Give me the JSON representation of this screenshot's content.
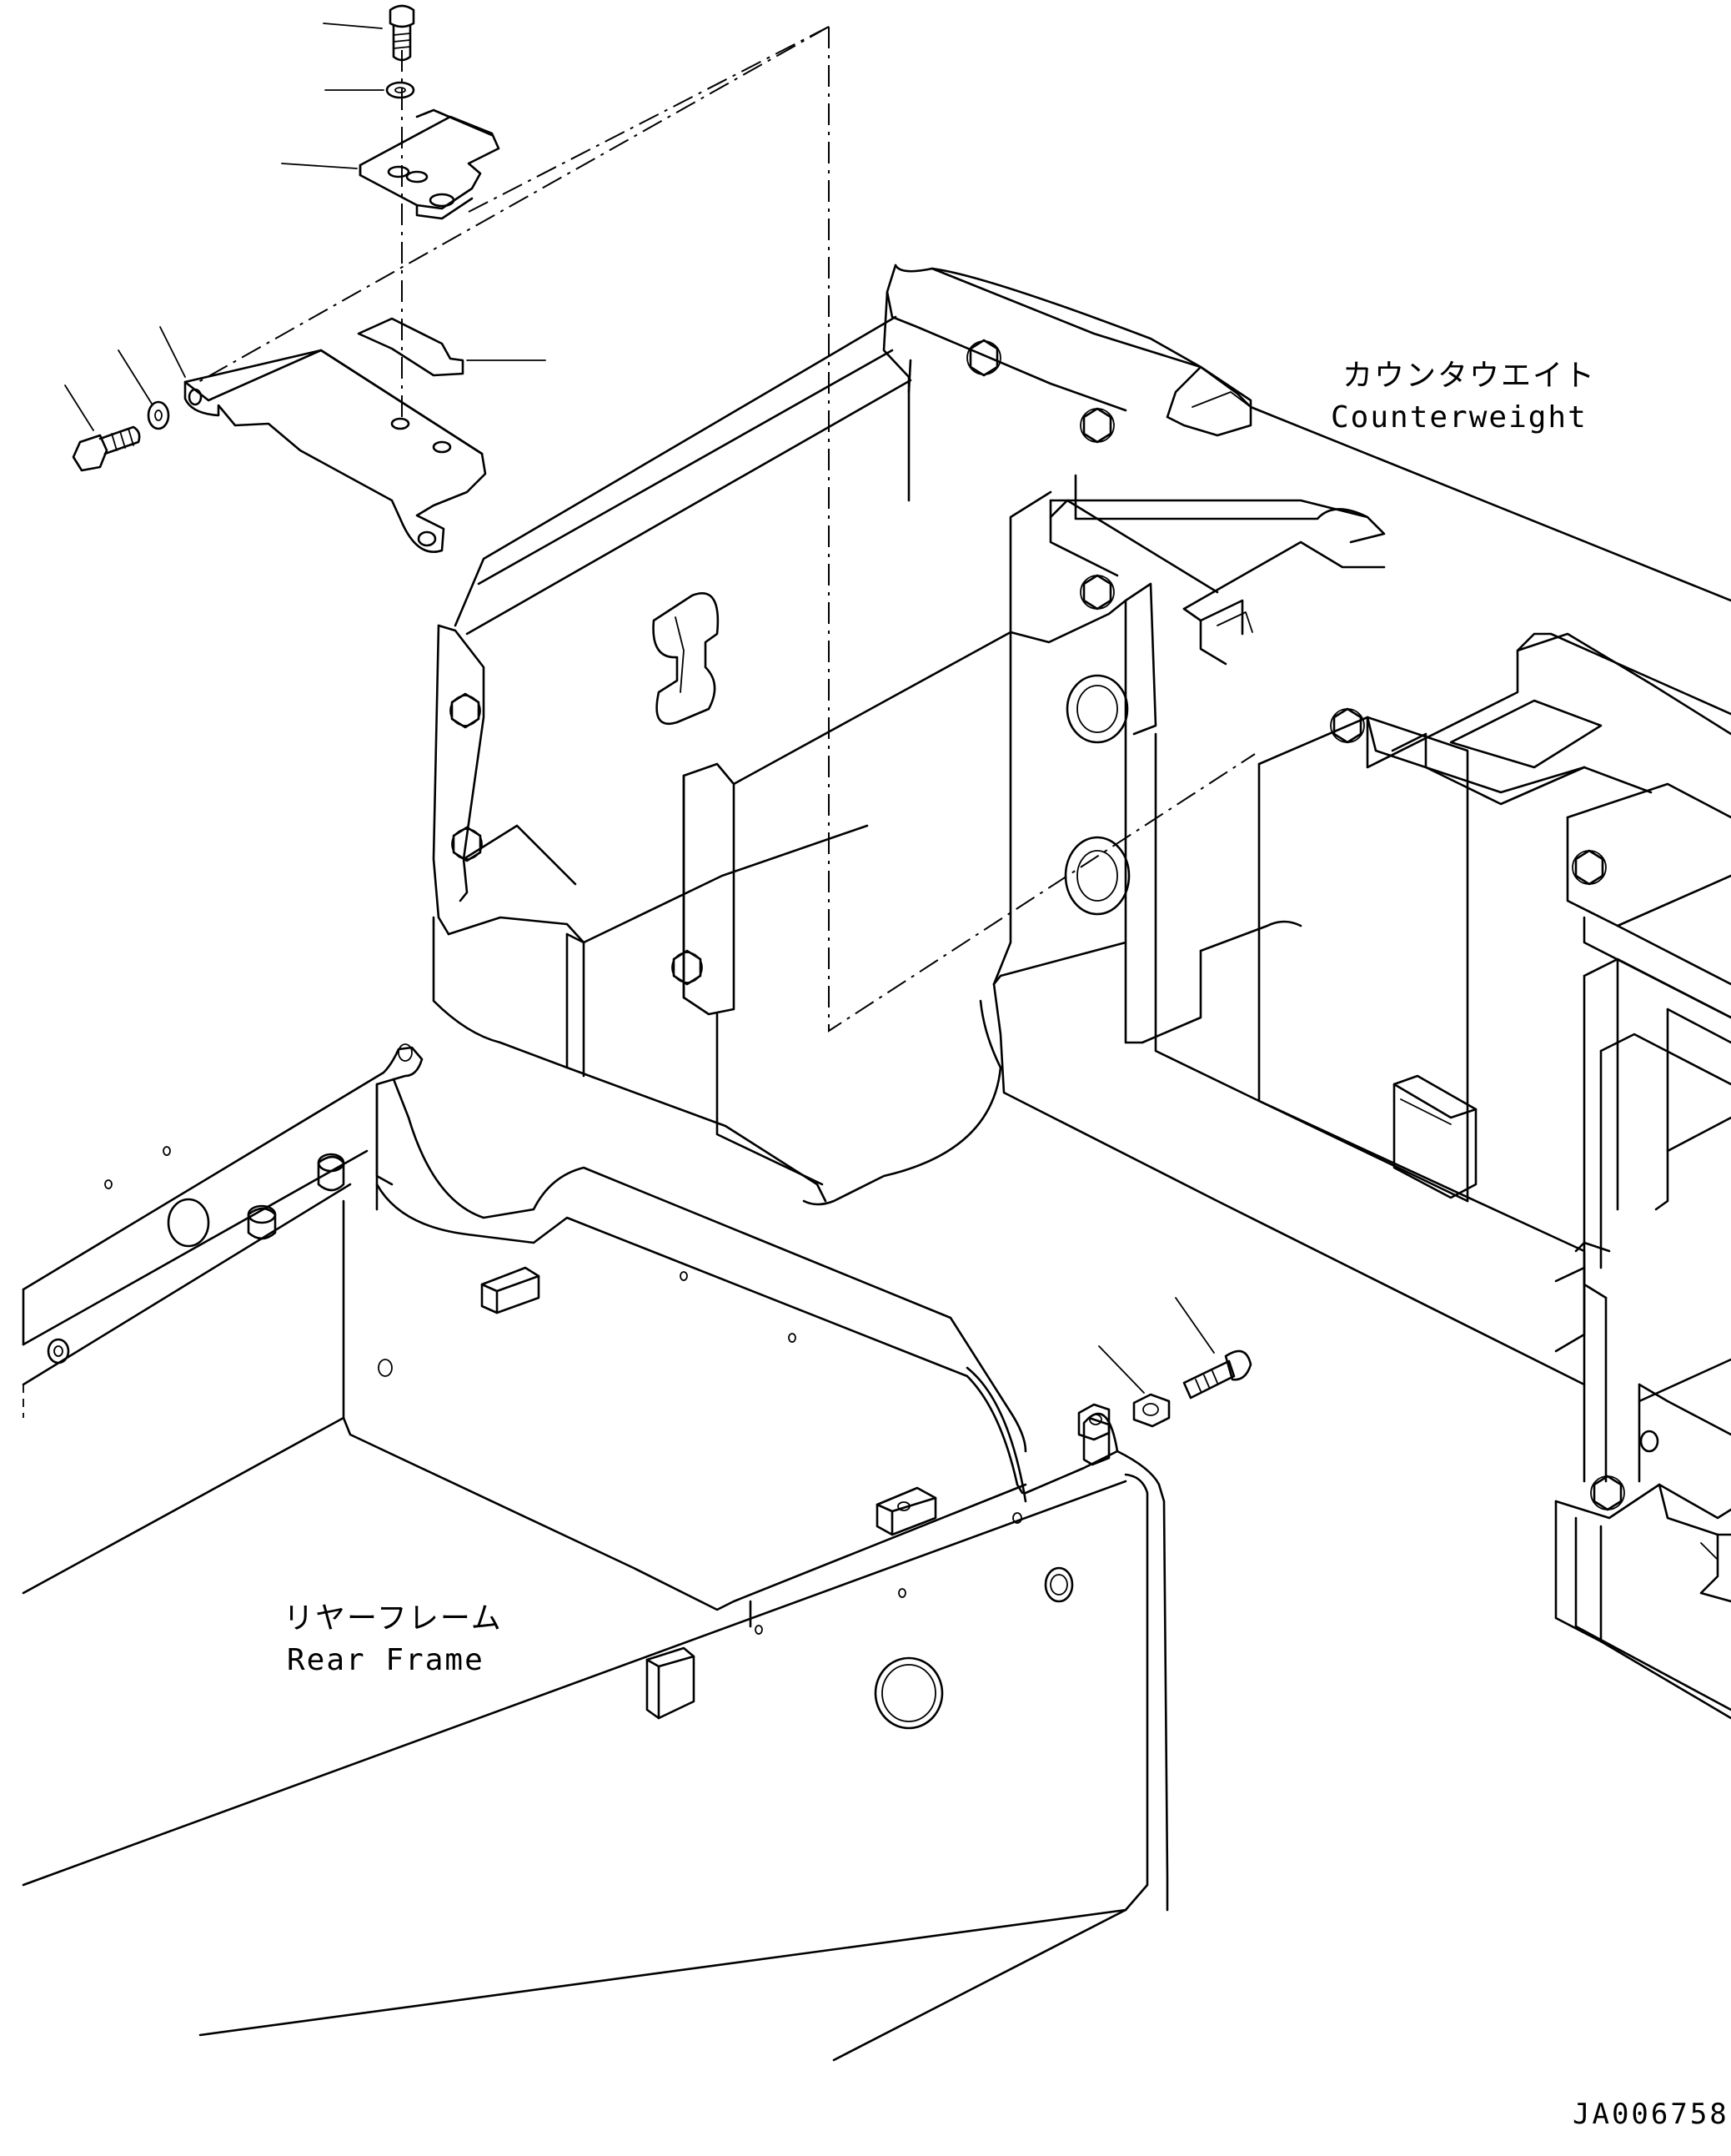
{
  "labels": {
    "counterweight_jp": "カウンタウエイト",
    "counterweight_en": "Counterweight",
    "rear_frame_jp": "リヤーフレーム",
    "rear_frame_en": "Rear Frame",
    "drawing_code": "JA006758"
  },
  "line_color": "#000000",
  "background": "#ffffff",
  "parts": [
    {
      "name": "bolt",
      "icon": "bolt-icon"
    },
    {
      "name": "washer",
      "icon": "washer-icon"
    },
    {
      "name": "clip-plate",
      "icon": "plate-icon"
    },
    {
      "name": "bracket",
      "icon": "bracket-icon"
    },
    {
      "name": "nut",
      "icon": "nut-icon"
    }
  ]
}
